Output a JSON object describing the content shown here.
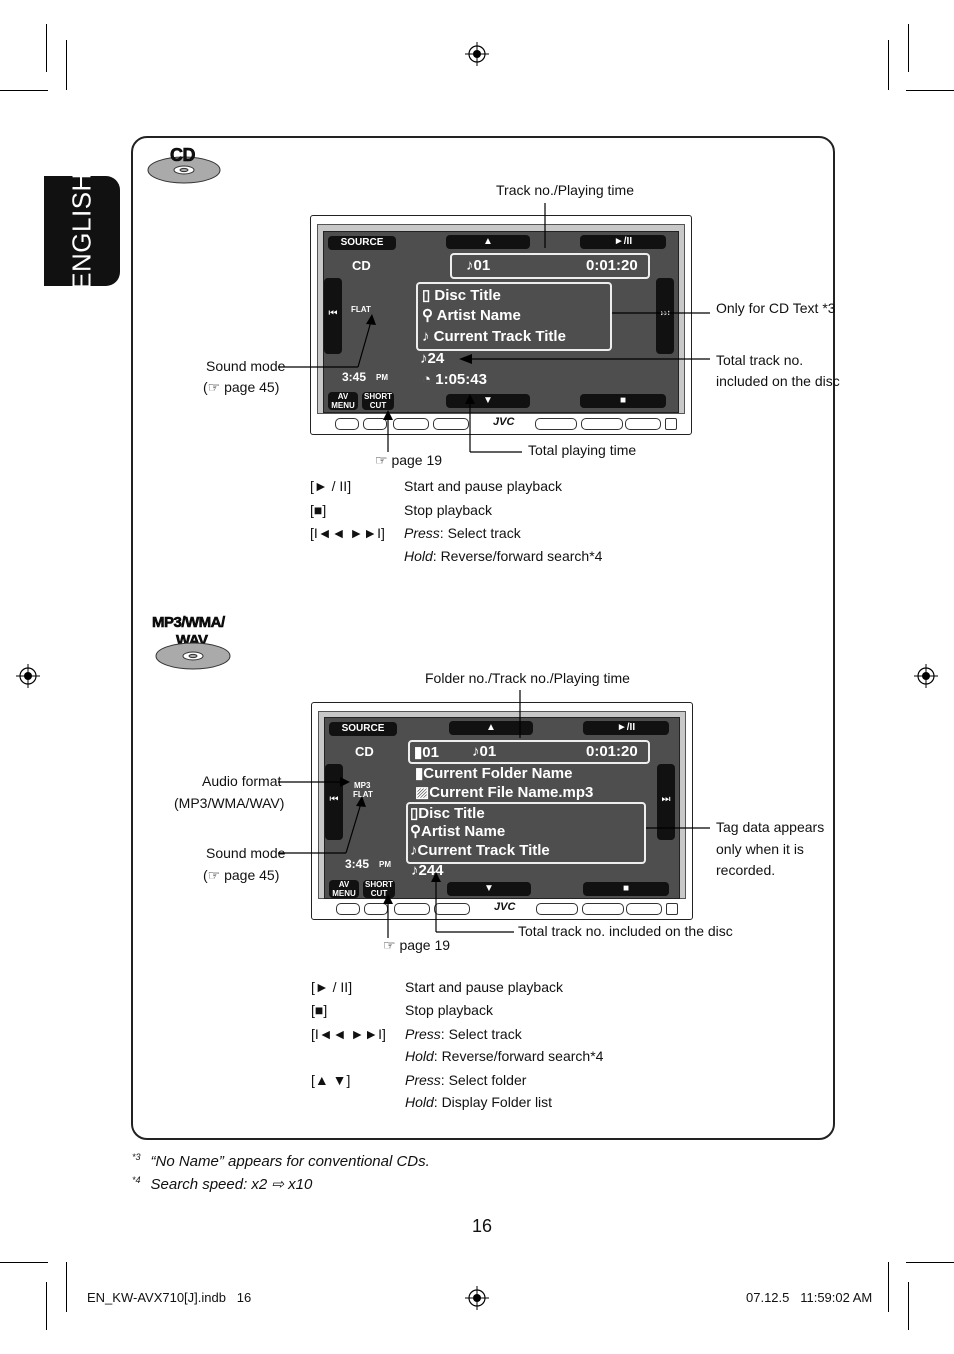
{
  "sidebar": {
    "language": "ENGLISH"
  },
  "cd_section": {
    "disc_label": "CD",
    "callouts": {
      "track_no_playing_time": "Track no./Playing time",
      "only_cd_text": "Only for CD Text *3",
      "total_track_line1": "Total track no.",
      "total_track_line2": "included on the disc",
      "sound_mode": "Sound mode",
      "sound_mode_ref": "(☞ page 45)",
      "total_playing_time": "Total playing time",
      "page_ref": "☞ page 19"
    },
    "screen": {
      "source": "SOURCE",
      "source_name": "CD",
      "play_pause": "►/II",
      "up": "▲",
      "down": "▼",
      "stop": "■",
      "track": "♪01",
      "time": "0:01:20",
      "disc_title": "Disc Title",
      "artist_name": "Artist Name",
      "current_track_title": "Current Track Title",
      "flat": "FLAT",
      "total_tracks": "♪24",
      "total_time": "1:05:43",
      "clock": "3:45",
      "pm": "PM",
      "av_menu": "AV MENU",
      "short_cut": "SHORT CUT",
      "prev": "⏮",
      "next": "⏭",
      "brand": "JVC"
    },
    "controls": [
      {
        "key": "[► / II]",
        "desc": "Start and pause playback"
      },
      {
        "key": "[■]",
        "desc": "Stop playback"
      },
      {
        "key": "[I◄◄ ►►I]",
        "desc_italic": "Press",
        "desc": ": Select track",
        "desc2_italic": "Hold",
        "desc2": ": Reverse/forward search*4"
      }
    ]
  },
  "mp3_section": {
    "disc_label_line1": "MP3/WMA/",
    "disc_label_line2": "WAV",
    "callouts": {
      "folder_track_time": "Folder no./Track no./Playing time",
      "audio_format": "Audio format",
      "audio_format_types": "(MP3/WMA/WAV)",
      "sound_mode": "Sound mode",
      "sound_mode_ref": "(☞ page 45)",
      "tag_line1": "Tag data appears",
      "tag_line2": "only when it is",
      "tag_line3": "recorded.",
      "total_track": "Total track no. included on the disc",
      "page_ref": "☞ page 19"
    },
    "screen": {
      "source": "SOURCE",
      "source_name": "CD",
      "play_pause": "►/II",
      "up": "▲",
      "down": "▼",
      "stop": "■",
      "folder": "01",
      "track": "♪01",
      "time": "0:01:20",
      "current_folder_name": "Current Folder Name",
      "current_file_name": "Current File Name.mp3",
      "disc_title": "Disc Title",
      "artist_name": "Artist Name",
      "current_track_title": "Current Track Title",
      "format": "MP3",
      "flat": "FLAT",
      "total_tracks": "♪244",
      "clock": "3:45",
      "pm": "PM",
      "av_menu": "AV MENU",
      "short_cut": "SHORT CUT",
      "prev": "⏮",
      "next": "⏭",
      "brand": "JVC"
    },
    "controls": [
      {
        "key": "[► / II]",
        "desc": "Start and pause playback"
      },
      {
        "key": "[■]",
        "desc": "Stop playback"
      },
      {
        "key": "[I◄◄ ►►I]",
        "desc_italic": "Press",
        "desc": ": Select track",
        "desc2_italic": "Hold",
        "desc2": ": Reverse/forward search*4"
      },
      {
        "key": "[▲ ▼]",
        "desc_italic": "Press",
        "desc": ": Select folder",
        "desc2_italic": "Hold",
        "desc2": ": Display Folder list"
      }
    ]
  },
  "footnotes": [
    {
      "mark": "*3",
      "text": "“No Name” appears for conventional CDs."
    },
    {
      "mark": "*4",
      "text": "Search speed: x2 ⇨ x10"
    }
  ],
  "page_number": "16",
  "footer": {
    "file": "EN_KW-AVX710[J].indb   16",
    "timestamp": "07.12.5   11:59:02 AM"
  }
}
